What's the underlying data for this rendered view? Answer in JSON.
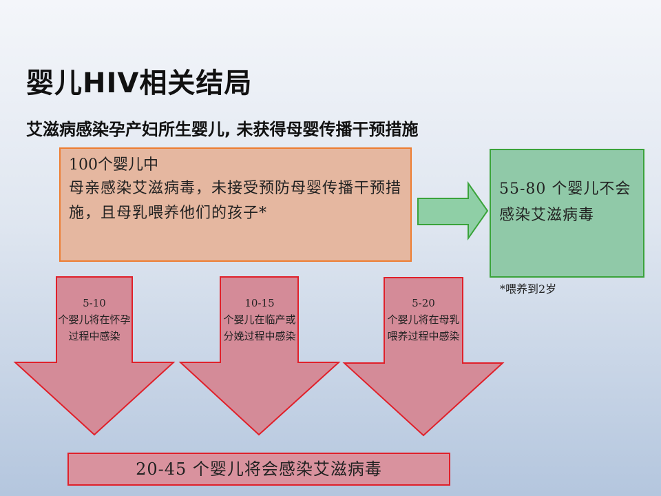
{
  "slide": {
    "title": "婴儿HIV相关结局",
    "subtitle": "艾滋病感染孕产妇所生婴儿, 未获得母婴传播干预措施"
  },
  "source_box": {
    "heading": "100个婴儿中",
    "body": "母亲感染艾滋病毒，未接受预防母婴传播干预措施，且母乳喂养他们的孩子*"
  },
  "outcome_box": {
    "text": "55-80 个婴儿不会感染艾滋病毒"
  },
  "footnote": "*喂养到2岁",
  "arrows": [
    {
      "range": "5-10",
      "text": "个婴儿将在怀孕过程中感染"
    },
    {
      "range": "10-15",
      "text": "个婴儿在临产或分娩过程中感染"
    },
    {
      "range": "5-20",
      "text": "个婴儿将在母乳喂养过程中感染"
    }
  ],
  "result_box": {
    "text": "20-45 个婴儿将会感染艾滋病毒"
  },
  "colors": {
    "orange_border": "#ed7d31",
    "green_border": "#3aa33a",
    "red_border": "#e0202a",
    "arrow_fill": "#d48b98"
  }
}
